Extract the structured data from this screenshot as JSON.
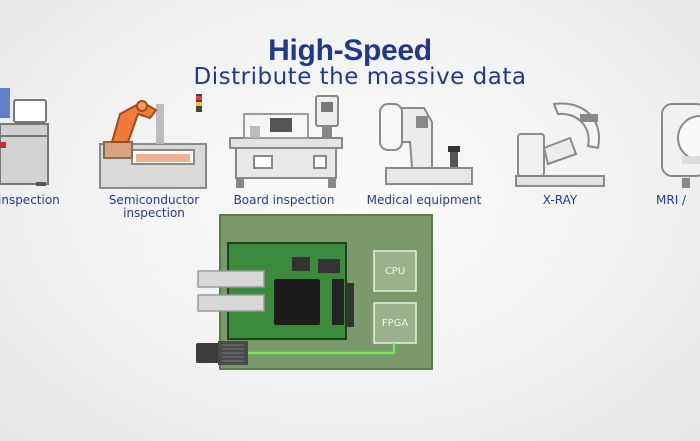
{
  "header": {
    "title": "High-Speed",
    "subtitle": "Distribute the massive data"
  },
  "applications": [
    {
      "label": "inspection",
      "icon": "inspection-machine-icon"
    },
    {
      "label": "Semiconductor\ninspection",
      "icon": "robot-arm-icon"
    },
    {
      "label": "Board inspection",
      "icon": "board-inspection-machine-icon"
    },
    {
      "label": "Medical equipment",
      "icon": "ophthalmic-device-icon"
    },
    {
      "label": "X-RAY",
      "icon": "c-arm-xray-icon"
    },
    {
      "label": "MRI /",
      "icon": "mri-scanner-icon"
    }
  ],
  "board": {
    "chip1_label": "CPU",
    "chip2_label": "FPGA"
  },
  "colors": {
    "brand": "#1f3a8a",
    "board_green": "#7a9a6b",
    "pcb_green": "#3c8a3c",
    "trace": "#7be35a"
  }
}
